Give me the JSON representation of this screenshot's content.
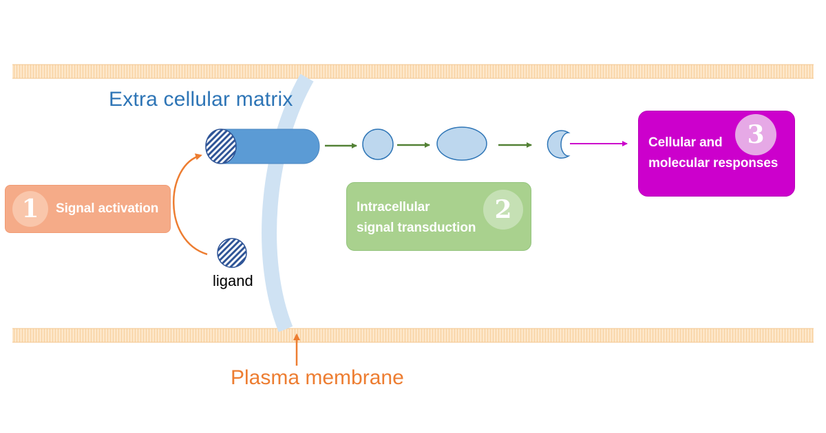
{
  "labels": {
    "extracellular_matrix": "Extra cellular matrix",
    "plasma_membrane": "Plasma membrane",
    "ligand": "ligand"
  },
  "steps": [
    {
      "number": "1",
      "lines": [
        "Signal activation"
      ],
      "color": "#f5ab88"
    },
    {
      "number": "2",
      "lines": [
        "Intracellular",
        "signal transduction"
      ],
      "color": "#a9d18e"
    },
    {
      "number": "3",
      "lines": [
        "Cellular and",
        "molecular responses"
      ],
      "color": "#cc00cc"
    }
  ],
  "colors": {
    "membrane_band": "#fce4c4",
    "membrane_curve": "#cfe2f3",
    "receptor": "#5b9bd5",
    "molecule_fill": "#bdd7ee",
    "molecule_stroke": "#2e75b6",
    "arrow_green": "#538135",
    "arrow_magenta": "#cc00cc",
    "arrow_orange": "#ed7d31"
  }
}
